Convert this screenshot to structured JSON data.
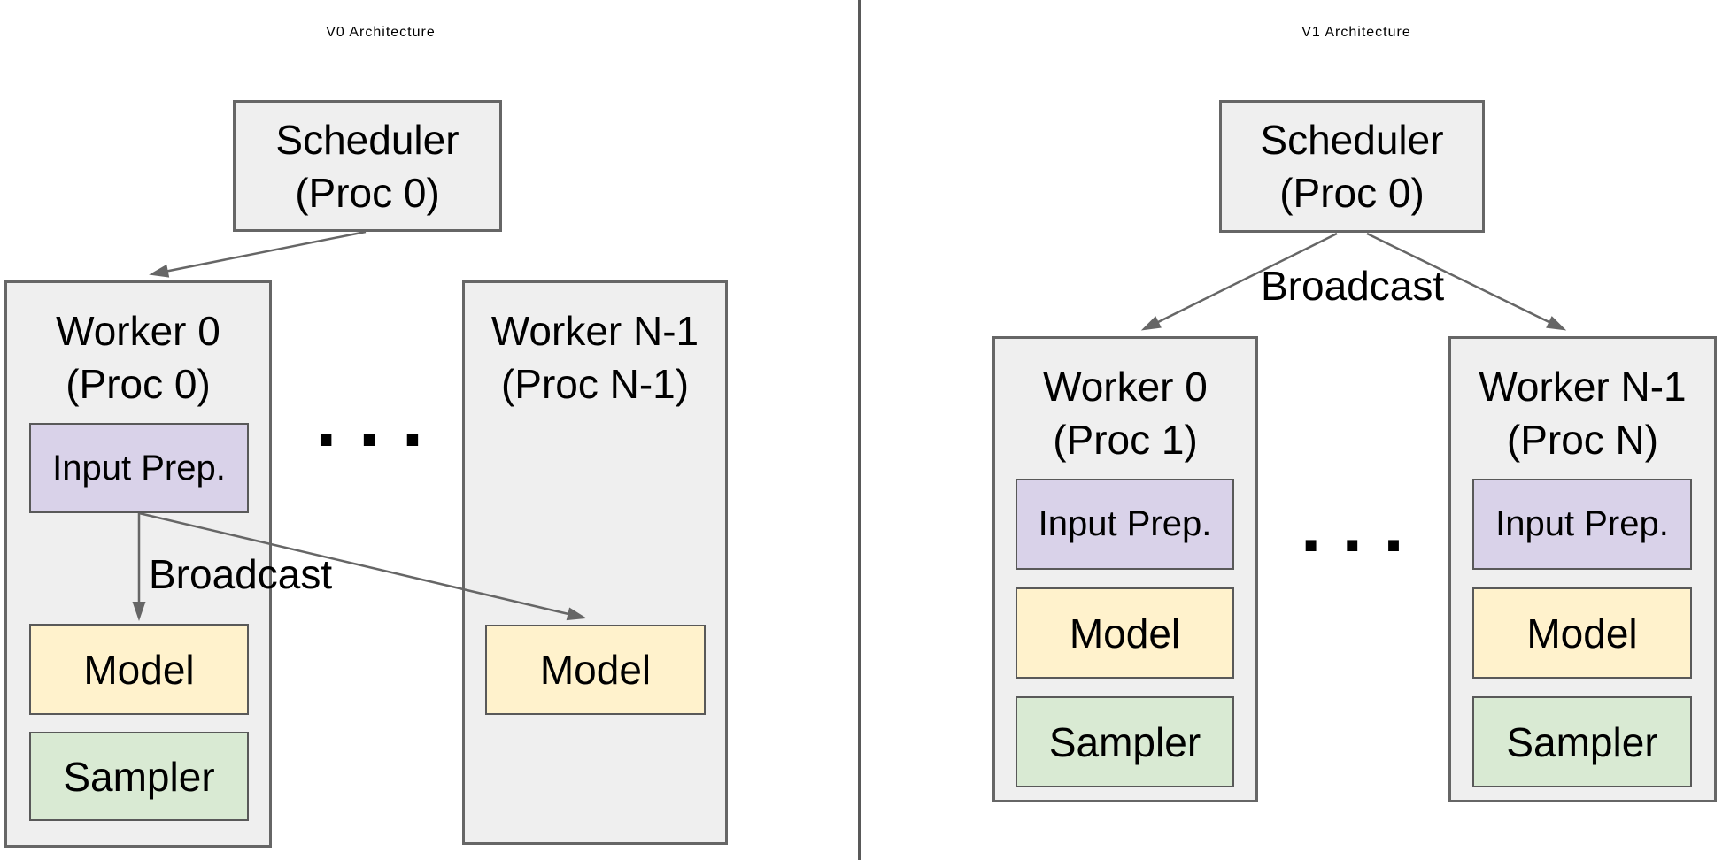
{
  "diagram": {
    "left": {
      "title": "V0 Architecture",
      "scheduler": {
        "name": "Scheduler",
        "proc": "(Proc 0)"
      },
      "broadcast_label": "Broadcast",
      "ellipsis": ". . .",
      "worker0": {
        "name": "Worker 0",
        "proc": "(Proc 0)",
        "input_prep": "Input Prep.",
        "model": "Model",
        "sampler": "Sampler"
      },
      "workerN": {
        "name": "Worker N-1",
        "proc": "(Proc N-1)",
        "model": "Model"
      }
    },
    "right": {
      "title": "V1 Architecture",
      "scheduler": {
        "name": "Scheduler",
        "proc": "(Proc 0)"
      },
      "broadcast_label": "Broadcast",
      "ellipsis": ". . .",
      "worker0": {
        "name": "Worker 0",
        "proc": "(Proc 1)",
        "input_prep": "Input Prep.",
        "model": "Model",
        "sampler": "Sampler"
      },
      "workerN": {
        "name": "Worker N-1",
        "proc": "(Proc N)",
        "input_prep": "Input Prep.",
        "model": "Model",
        "sampler": "Sampler"
      }
    },
    "colors": {
      "container_fill": "#efefef",
      "container_border": "#666666",
      "input_prep_fill": "#d9d2e9",
      "model_fill": "#fff2cc",
      "sampler_fill": "#d9ead3",
      "inner_border": "#595959",
      "arrow": "#666666",
      "divider": "#595959",
      "text": "#000000",
      "background": "#ffffff"
    }
  }
}
